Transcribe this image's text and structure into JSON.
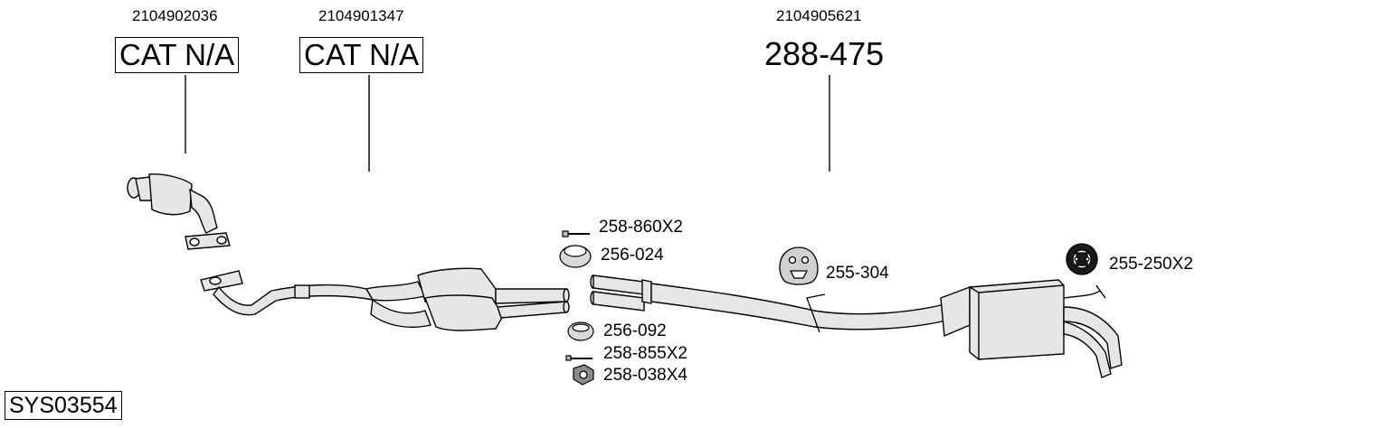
{
  "header": {
    "part_numbers": [
      "2104902036",
      "2104901347",
      "2104905621"
    ],
    "catalog_codes": [
      "CAT N/A",
      "CAT N/A",
      "288-475"
    ]
  },
  "fittings": {
    "bolt_top": "258-860X2",
    "gasket_top": "256-024",
    "rubber_hanger": "255-304",
    "round_mount": "255-250X2",
    "gasket_bottom": "256-092",
    "bolt_bottom": "258-855X2",
    "nut": "258-038X4"
  },
  "footer": {
    "system_code": "SYS03554"
  },
  "colors": {
    "line": "#000000",
    "part_fill": "#e6e6e6",
    "part_shade": "#bdbdbd"
  }
}
